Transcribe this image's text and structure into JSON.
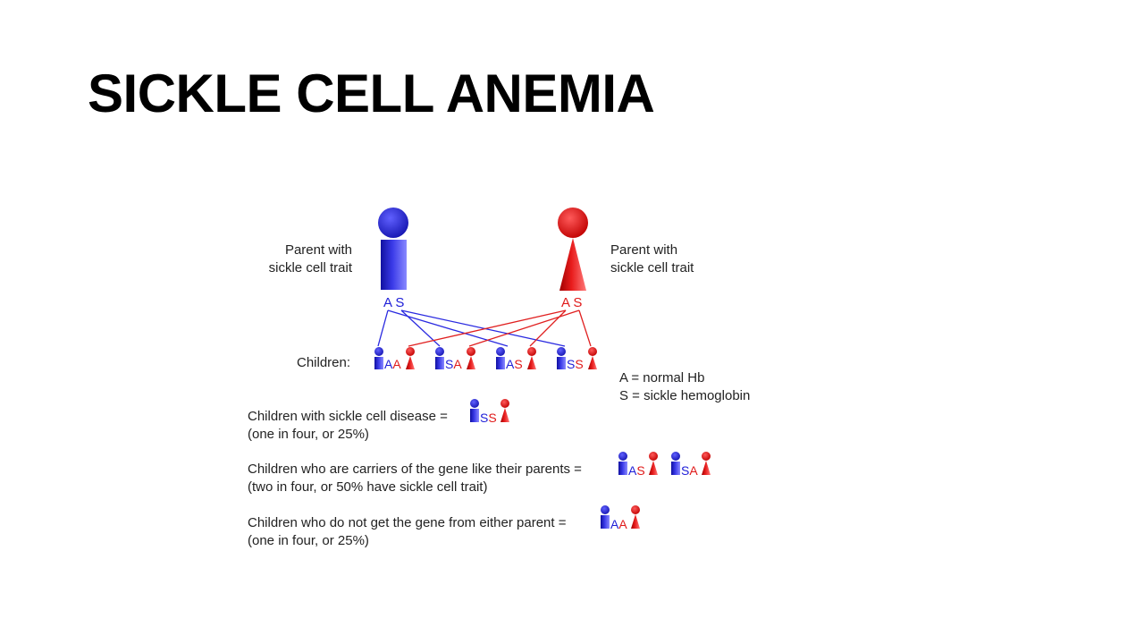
{
  "title": "SICKLE CELL ANEMIA",
  "colors": {
    "father": "#2323d6",
    "mother": "#e51b1b",
    "text": "#222222"
  },
  "parents": {
    "father": {
      "label_line1": "Parent with",
      "label_line2": "sickle cell trait",
      "allele1": "A",
      "allele2": "S"
    },
    "mother": {
      "label_line1": "Parent with",
      "label_line2": "sickle cell trait",
      "allele1": "A",
      "allele2": "S"
    }
  },
  "children": {
    "label": "Children:",
    "items": [
      {
        "a1": "A",
        "a2": "A"
      },
      {
        "a1": "S",
        "a2": "A"
      },
      {
        "a1": "A",
        "a2": "S"
      },
      {
        "a1": "S",
        "a2": "S"
      }
    ]
  },
  "legend": {
    "a": "A = normal Hb",
    "s": "S = sickle hemoglobin"
  },
  "outcomes": {
    "disease": {
      "text": "Children with sickle cell disease =",
      "sub": "(one in four, or 25%)",
      "g1": "S",
      "g2": "S"
    },
    "carriers": {
      "text": "Children who are carriers of the gene like their parents =",
      "sub": "(two in four, or 50% have sickle cell trait)",
      "p1g1": "A",
      "p1g2": "S",
      "p2g1": "S",
      "p2g2": "A"
    },
    "normal": {
      "text": "Children who do not get the gene from either parent =",
      "sub": "(one in four, or 25%)",
      "g1": "A",
      "g2": "A"
    }
  }
}
